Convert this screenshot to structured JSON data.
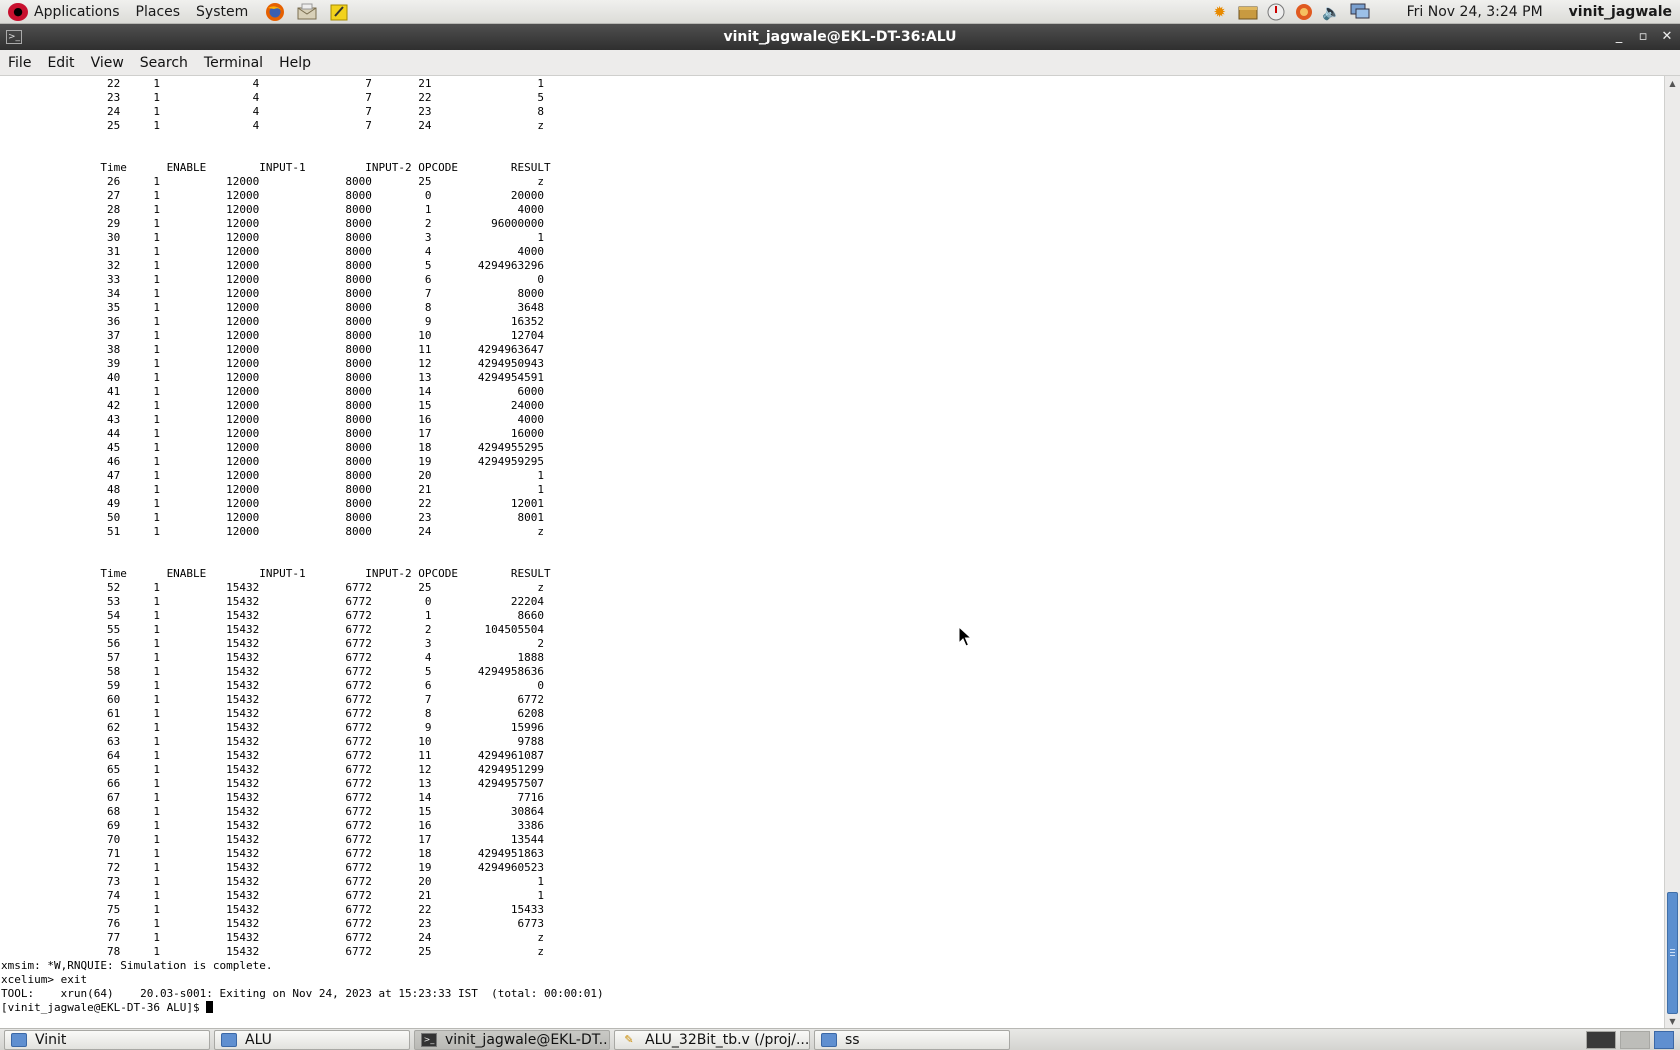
{
  "top_panel": {
    "menus": [
      "Applications",
      "Places",
      "System"
    ],
    "clock": "Fri Nov 24,  3:24 PM",
    "user": "vinit_jagwale"
  },
  "window": {
    "title": "vinit_jagwale@EKL-DT-36:ALU"
  },
  "menubar": {
    "items": [
      "File",
      "Edit",
      "View",
      "Search",
      "Terminal",
      "Help"
    ]
  },
  "terminal": {
    "headers": [
      "Time",
      "ENABLE",
      "INPUT-1",
      "INPUT-2",
      "OPCODE",
      "RESULT"
    ],
    "blocks": [
      {
        "show_header": false,
        "rows": [
          [
            "22",
            "1",
            "4",
            "7",
            "21",
            "1"
          ],
          [
            "23",
            "1",
            "4",
            "7",
            "22",
            "5"
          ],
          [
            "24",
            "1",
            "4",
            "7",
            "23",
            "8"
          ],
          [
            "25",
            "1",
            "4",
            "7",
            "24",
            "z"
          ]
        ]
      },
      {
        "show_header": true,
        "rows": [
          [
            "26",
            "1",
            "12000",
            "8000",
            "25",
            "z"
          ],
          [
            "27",
            "1",
            "12000",
            "8000",
            "0",
            "20000"
          ],
          [
            "28",
            "1",
            "12000",
            "8000",
            "1",
            "4000"
          ],
          [
            "29",
            "1",
            "12000",
            "8000",
            "2",
            "96000000"
          ],
          [
            "30",
            "1",
            "12000",
            "8000",
            "3",
            "1"
          ],
          [
            "31",
            "1",
            "12000",
            "8000",
            "4",
            "4000"
          ],
          [
            "32",
            "1",
            "12000",
            "8000",
            "5",
            "4294963296"
          ],
          [
            "33",
            "1",
            "12000",
            "8000",
            "6",
            "0"
          ],
          [
            "34",
            "1",
            "12000",
            "8000",
            "7",
            "8000"
          ],
          [
            "35",
            "1",
            "12000",
            "8000",
            "8",
            "3648"
          ],
          [
            "36",
            "1",
            "12000",
            "8000",
            "9",
            "16352"
          ],
          [
            "37",
            "1",
            "12000",
            "8000",
            "10",
            "12704"
          ],
          [
            "38",
            "1",
            "12000",
            "8000",
            "11",
            "4294963647"
          ],
          [
            "39",
            "1",
            "12000",
            "8000",
            "12",
            "4294950943"
          ],
          [
            "40",
            "1",
            "12000",
            "8000",
            "13",
            "4294954591"
          ],
          [
            "41",
            "1",
            "12000",
            "8000",
            "14",
            "6000"
          ],
          [
            "42",
            "1",
            "12000",
            "8000",
            "15",
            "24000"
          ],
          [
            "43",
            "1",
            "12000",
            "8000",
            "16",
            "4000"
          ],
          [
            "44",
            "1",
            "12000",
            "8000",
            "17",
            "16000"
          ],
          [
            "45",
            "1",
            "12000",
            "8000",
            "18",
            "4294955295"
          ],
          [
            "46",
            "1",
            "12000",
            "8000",
            "19",
            "4294959295"
          ],
          [
            "47",
            "1",
            "12000",
            "8000",
            "20",
            "1"
          ],
          [
            "48",
            "1",
            "12000",
            "8000",
            "21",
            "1"
          ],
          [
            "49",
            "1",
            "12000",
            "8000",
            "22",
            "12001"
          ],
          [
            "50",
            "1",
            "12000",
            "8000",
            "23",
            "8001"
          ],
          [
            "51",
            "1",
            "12000",
            "8000",
            "24",
            "z"
          ]
        ]
      },
      {
        "show_header": true,
        "rows": [
          [
            "52",
            "1",
            "15432",
            "6772",
            "25",
            "z"
          ],
          [
            "53",
            "1",
            "15432",
            "6772",
            "0",
            "22204"
          ],
          [
            "54",
            "1",
            "15432",
            "6772",
            "1",
            "8660"
          ],
          [
            "55",
            "1",
            "15432",
            "6772",
            "2",
            "104505504"
          ],
          [
            "56",
            "1",
            "15432",
            "6772",
            "3",
            "2"
          ],
          [
            "57",
            "1",
            "15432",
            "6772",
            "4",
            "1888"
          ],
          [
            "58",
            "1",
            "15432",
            "6772",
            "5",
            "4294958636"
          ],
          [
            "59",
            "1",
            "15432",
            "6772",
            "6",
            "0"
          ],
          [
            "60",
            "1",
            "15432",
            "6772",
            "7",
            "6772"
          ],
          [
            "61",
            "1",
            "15432",
            "6772",
            "8",
            "6208"
          ],
          [
            "62",
            "1",
            "15432",
            "6772",
            "9",
            "15996"
          ],
          [
            "63",
            "1",
            "15432",
            "6772",
            "10",
            "9788"
          ],
          [
            "64",
            "1",
            "15432",
            "6772",
            "11",
            "4294961087"
          ],
          [
            "65",
            "1",
            "15432",
            "6772",
            "12",
            "4294951299"
          ],
          [
            "66",
            "1",
            "15432",
            "6772",
            "13",
            "4294957507"
          ],
          [
            "67",
            "1",
            "15432",
            "6772",
            "14",
            "7716"
          ],
          [
            "68",
            "1",
            "15432",
            "6772",
            "15",
            "30864"
          ],
          [
            "69",
            "1",
            "15432",
            "6772",
            "16",
            "3386"
          ],
          [
            "70",
            "1",
            "15432",
            "6772",
            "17",
            "13544"
          ],
          [
            "71",
            "1",
            "15432",
            "6772",
            "18",
            "4294951863"
          ],
          [
            "72",
            "1",
            "15432",
            "6772",
            "19",
            "4294960523"
          ],
          [
            "73",
            "1",
            "15432",
            "6772",
            "20",
            "1"
          ],
          [
            "74",
            "1",
            "15432",
            "6772",
            "21",
            "1"
          ],
          [
            "75",
            "1",
            "15432",
            "6772",
            "22",
            "15433"
          ],
          [
            "76",
            "1",
            "15432",
            "6772",
            "23",
            "6773"
          ],
          [
            "77",
            "1",
            "15432",
            "6772",
            "24",
            "z"
          ],
          [
            "78",
            "1",
            "15432",
            "6772",
            "25",
            "z"
          ]
        ]
      }
    ],
    "footer_lines": [
      "xmsim: *W,RNQUIE: Simulation is complete.",
      "xcelium> exit",
      "TOOL:\txrun(64)\t20.03-s001: Exiting on Nov 24, 2023 at 15:23:33 IST  (total: 00:00:01)"
    ],
    "prompt": "[vinit_jagwale@EKL-DT-36 ALU]$ "
  },
  "taskbar": {
    "items": [
      {
        "label": "Vinit",
        "icon": "folder-icon",
        "active": false
      },
      {
        "label": "ALU",
        "icon": "folder-icon",
        "active": false
      },
      {
        "label": "vinit_jagwale@EKL-DT...",
        "icon": "terminal-icon",
        "active": true
      },
      {
        "label": "ALU_32Bit_tb.v (/proj/...",
        "icon": "text-editor-icon",
        "active": false
      },
      {
        "label": "ss",
        "icon": "folder-icon",
        "active": false
      }
    ]
  }
}
